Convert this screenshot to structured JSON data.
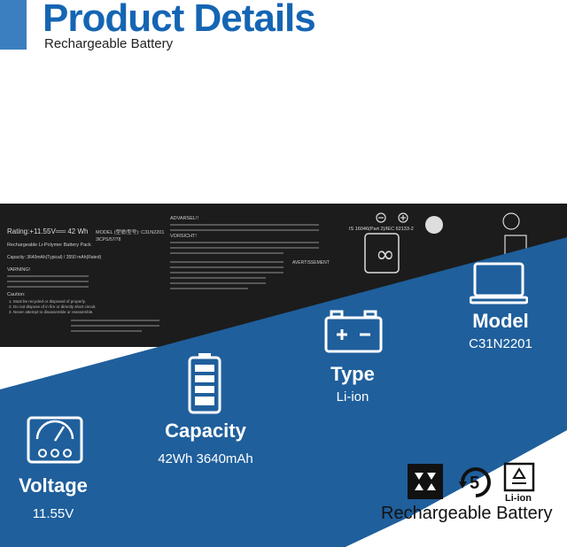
{
  "header": {
    "title": "Product Details",
    "subtitle": "Rechargeable Battery"
  },
  "battery_label": {
    "rating": "Rating:+11.55V══ 42 Wh",
    "pack_type": "Rechargeable Li-Polymer Battery Pack",
    "capacity_line": "Capacity: 3640mAh(Typical) / 3550 mAh(Rated)",
    "model_line": "MODEL (型號/型号): C31N2201",
    "cells": "3ICPS/57/78",
    "warning_title": "VARNING!",
    "caution_title": "Caution:",
    "caution_1": "1. Must be recycled or disposed of properly.",
    "caution_2": "2. Do not dispose of in fire or directly short circuit.",
    "caution_3": "3. Never attempt to disassemble or reassemble.",
    "advarsel": "ADVARSEL!!",
    "vorsicht": "VORSICHT!",
    "avertissement": "AVERTISSEMENT",
    "standards": "IS 16046(Part 2)/IEC 62133-2"
  },
  "features": {
    "model": {
      "title": "Model",
      "value": "C31N2201",
      "icon": "laptop-icon"
    },
    "type": {
      "title": "Type",
      "value": "Li-ion",
      "icon": "battery-terminal-icon"
    },
    "capacity": {
      "title": "Capacity",
      "value": "42Wh 3640mAh",
      "icon": "battery-level-icon"
    },
    "voltage": {
      "title": "Voltage",
      "value": "11.55V",
      "icon": "voltmeter-icon"
    }
  },
  "recycling": {
    "label": "Rechargeable Battery",
    "badge_number": "5",
    "li_ion_label": "Li-ion"
  },
  "colors": {
    "brand_blue": "#1565b3",
    "band_blue": "#1f5f9c",
    "battery_black": "#1c1c1c"
  }
}
